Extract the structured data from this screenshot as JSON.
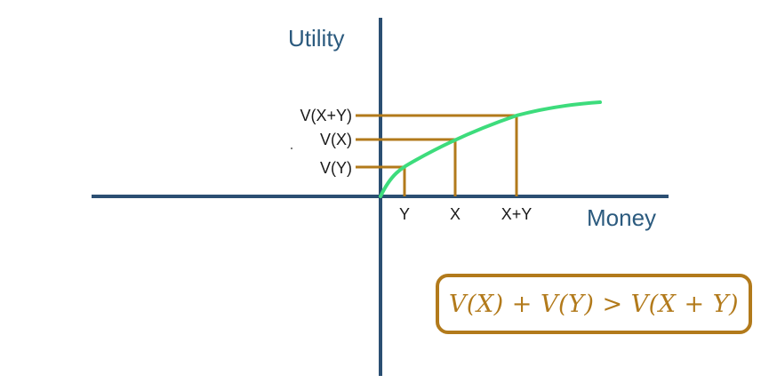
{
  "axes": {
    "y_title": "Utility",
    "x_title": "Money"
  },
  "labels": {
    "y": [
      "V(X+Y)",
      "V(X)",
      "V(Y)"
    ],
    "x": [
      "Y",
      "X",
      "X+Y"
    ]
  },
  "formula": "V(X) + V(Y) > V(X + Y)",
  "colors": {
    "axis": "#2b4f72",
    "curve": "#3ddc7c",
    "guide": "#b27a1b",
    "text_axis": "#2b5a7e"
  }
}
